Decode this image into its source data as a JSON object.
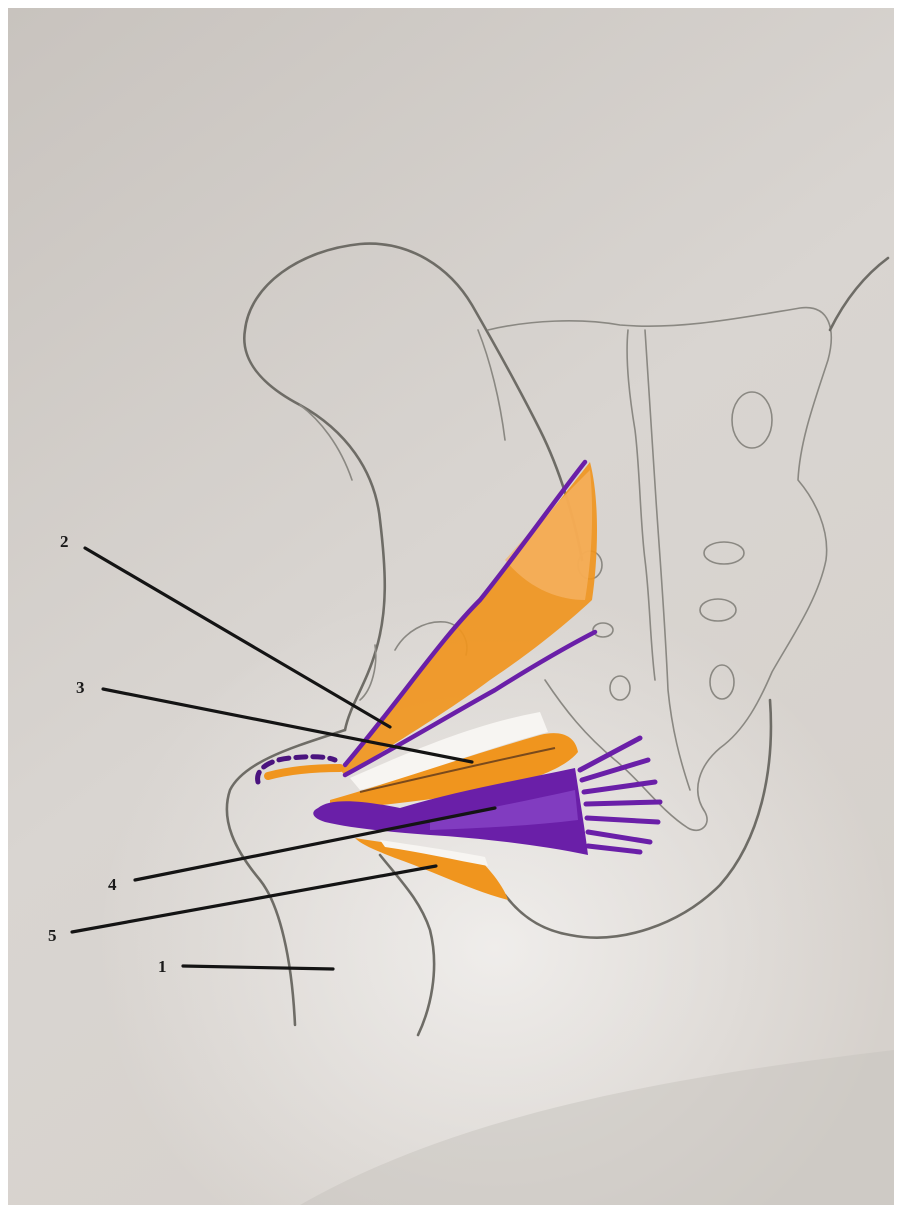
{
  "labels": [
    {
      "id": "1",
      "text": "1"
    },
    {
      "id": "2",
      "text": "2"
    },
    {
      "id": "3",
      "text": "3"
    },
    {
      "id": "4",
      "text": "4"
    },
    {
      "id": "5",
      "text": "5"
    }
  ],
  "colors": {
    "paper": "#cfcac5",
    "pencil": "#6e6c66",
    "orange": "#f0951e",
    "purple": "#6a1fa8",
    "leader": "#141414"
  }
}
